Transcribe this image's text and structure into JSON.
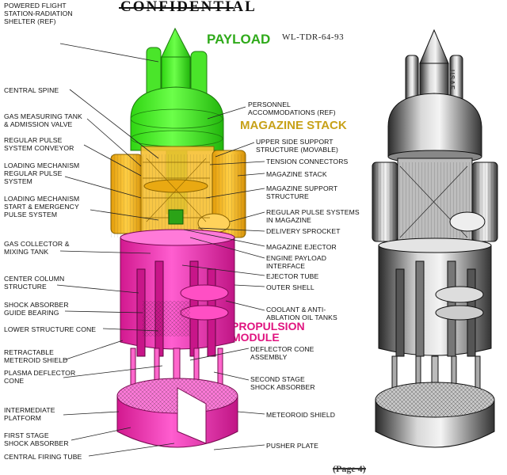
{
  "stamps": {
    "top": "CONFIDENTIAL",
    "doc_id": "WL-TDR-64-93",
    "bottom": "(Page 4)"
  },
  "section_headers": {
    "payload": "PAYLOAD",
    "magazine_stack": "MAGAZINE STACK",
    "propulsion_module": "PROPULSION\nMODULE"
  },
  "labels_left": [
    "POWERED FLIGHT\nSTATION-RADIATION\nSHELTER (REF)",
    "CENTRAL SPINE",
    "GAS MEASURING TANK\n& ADMISSION VALVE",
    "REGULAR PULSE\nSYSTEM CONVEYOR",
    "LOADING MECHANISM\nREGULAR PULSE\nSYSTEM",
    "LOADING MECHANISM\nSTART & EMERGENCY\nPULSE SYSTEM",
    "GAS COLLECTOR &\nMIXING TANK",
    "CENTER COLUMN\nSTRUCTURE",
    "SHOCK ABSORBER\nGUIDE BEARING",
    "LOWER STRUCTURE CONE",
    "RETRACTABLE\nMETEROID SHIELD",
    "PLASMA DEFLECTOR\nCONE",
    "INTERMEDIATE\nPLATFORM",
    "FIRST STAGE\nSHOCK ABSORBER",
    "CENTRAL FIRING TUBE"
  ],
  "labels_right": [
    "PERSONNEL\nACCOMMODATIONS (REF)",
    "UPPER SIDE SUPPORT\nSTRUCTURE (MOVABLE)",
    "TENSION CONNECTORS",
    "MAGAZINE STACK",
    "MAGAZINE SUPPORT\nSTRUCTURE",
    "REGULAR PULSE SYSTEMS\nIN MAGAZINE",
    "DELIVERY SPROCKET",
    "MAGAZINE EJECTOR",
    "ENGINE PAYLOAD\nINTERFACE",
    "EJECTOR TUBE",
    "OUTER SHELL",
    "COOLANT & ANTI-\nABLATION OIL TANKS",
    "DEFLECTOR CONE\nASSEMBLY",
    "SECOND STAGE\nSHOCK ABSORBER",
    "METEOROID SHIELD",
    "PUSHER PLATE"
  ],
  "side_text": "USAF",
  "colors": {
    "payload": "#3ee81f",
    "magazine": "#f2b51c",
    "propulsion": "#f028b0",
    "payload_text": "#2faa1a",
    "magazine_text": "#c7a118",
    "propulsion_text": "#e0137f"
  }
}
